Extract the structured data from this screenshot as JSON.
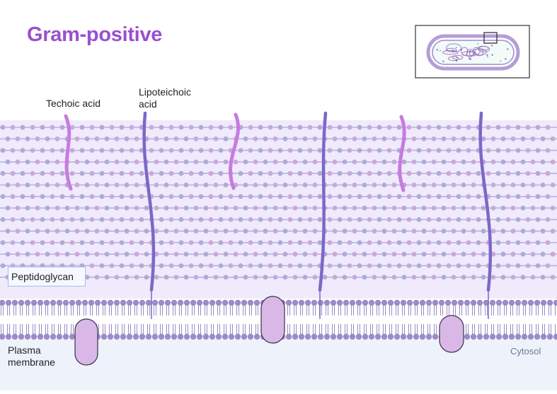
{
  "title": "Gram-positive",
  "labels": {
    "teichoic": "Techoic acid",
    "lipoteichoic_line1": "Lipoteichoic",
    "lipoteichoic_line2": "acid",
    "peptidoglycan": "Peptidoglycan",
    "plasma_line1": "Plasma",
    "plasma_line2": "membrane",
    "cytosol": "Cytosol"
  },
  "colors": {
    "title": "#9b4fd0",
    "cell_wall_bg": "#efeafc",
    "cytosol_bg": "#eef3fb",
    "peptidoglycan_node_a": "#b3a8d6",
    "peptidoglycan_node_b": "#c9a9d9",
    "peptidoglycan_strand": "#bcb2da",
    "lipid_head": "#9a8cc7",
    "teichoic_acid": "#c77be0",
    "lipoteichoic_acid": "#7b68c6",
    "membrane_protein": "#d9b8e8"
  }
}
